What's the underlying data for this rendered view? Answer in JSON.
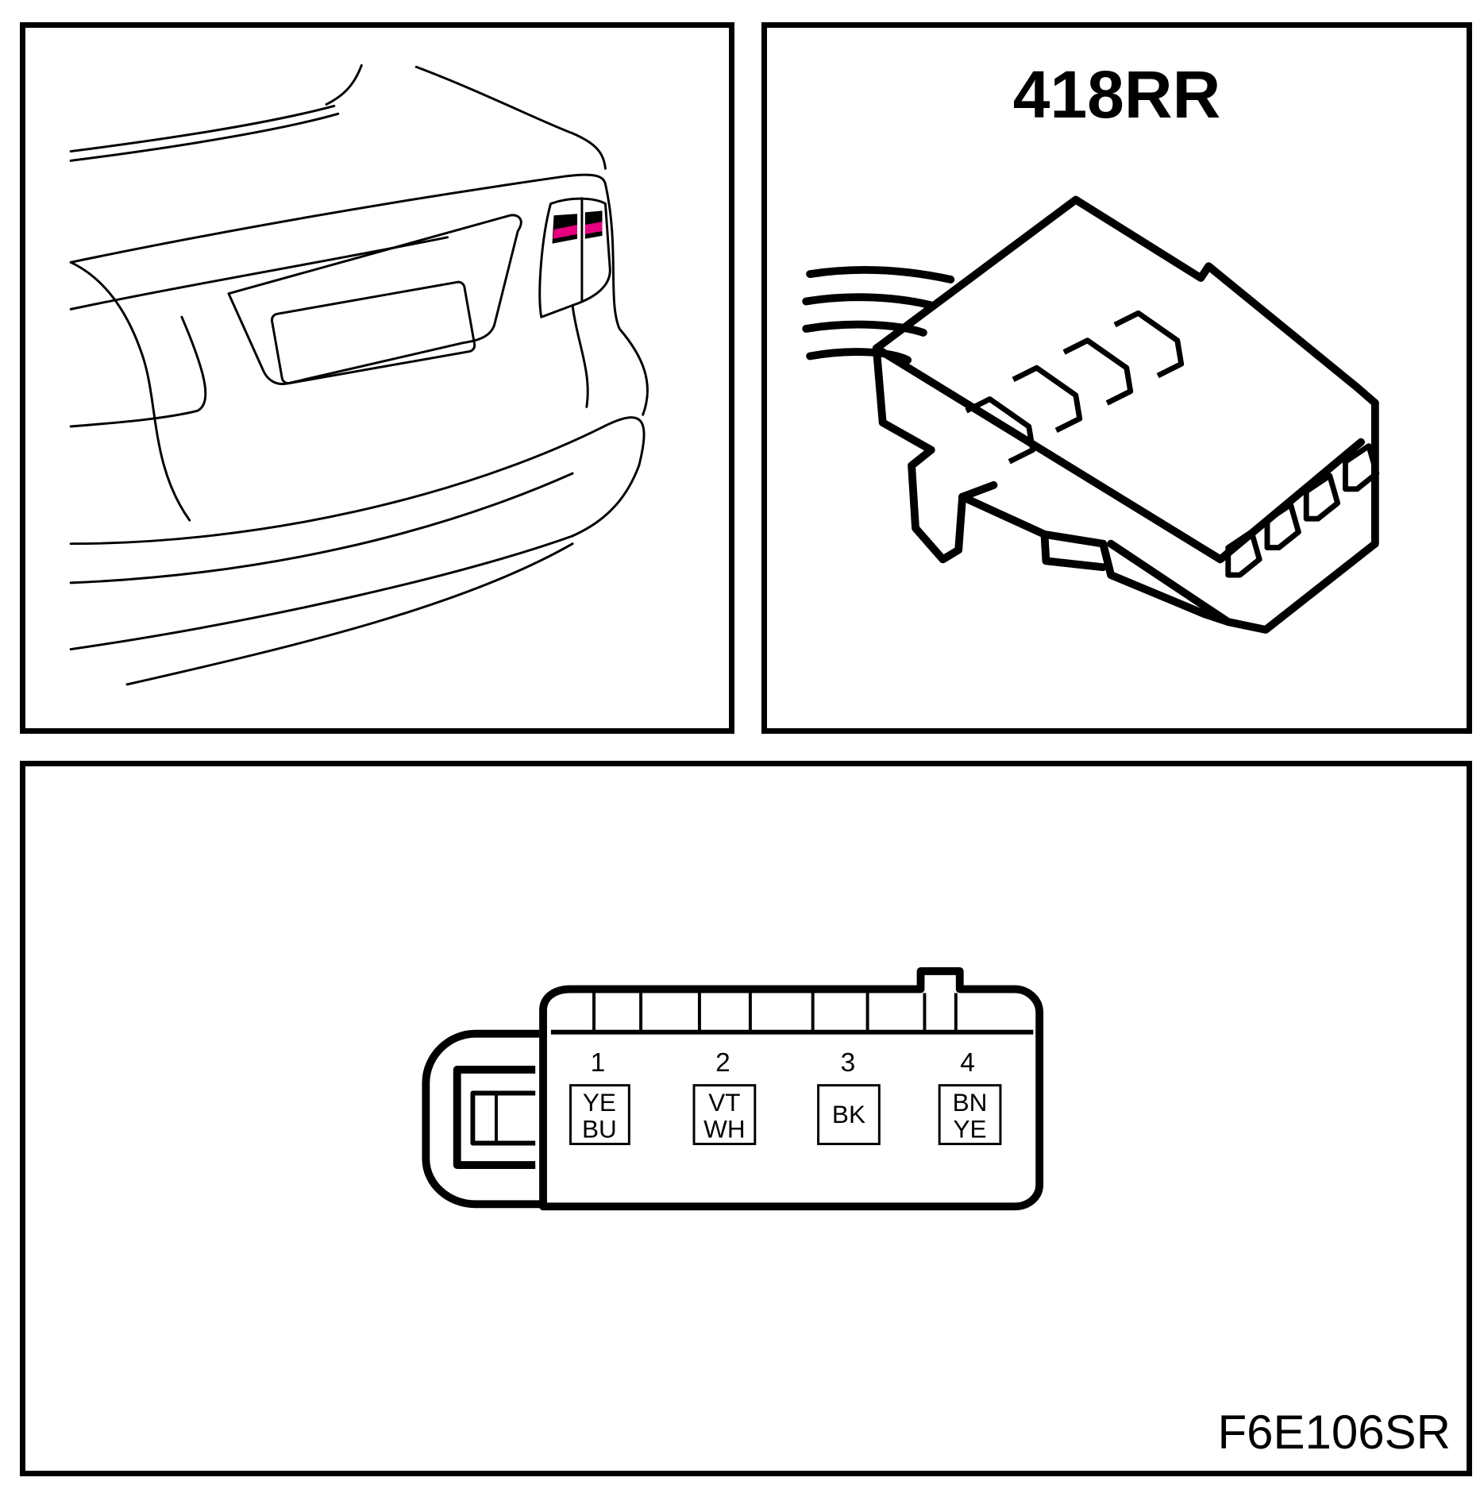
{
  "connector": {
    "id": "418RR",
    "figure_code": "F6E106SR"
  },
  "colors": {
    "line": "#000000",
    "highlight": "#e6007e",
    "background": "#ffffff"
  },
  "pins": [
    {
      "number": "1",
      "wire_line1": "YE",
      "wire_line2": "BU"
    },
    {
      "number": "2",
      "wire_line1": "VT",
      "wire_line2": "WH"
    },
    {
      "number": "3",
      "wire_line1": "BK",
      "wire_line2": ""
    },
    {
      "number": "4",
      "wire_line1": "BN",
      "wire_line2": "YE"
    }
  ]
}
